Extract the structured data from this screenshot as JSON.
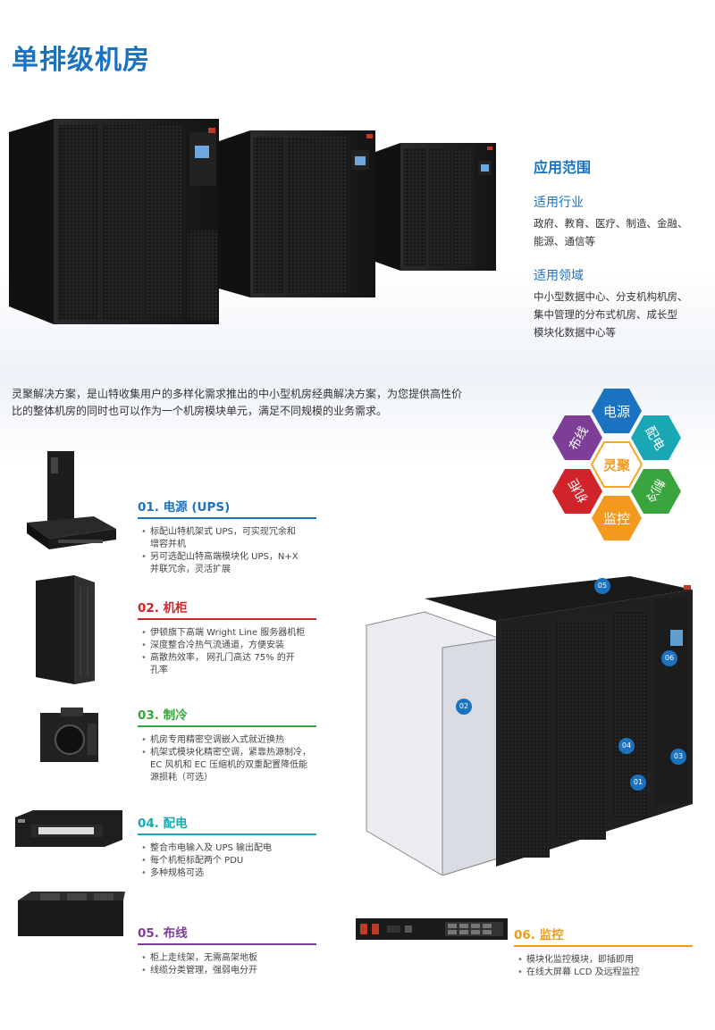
{
  "page_title": "单排级机房",
  "application": {
    "heading": "应用范围",
    "industry_label": "适用行业",
    "industry_text_1": "政府、教育、医疗、制造、金融、",
    "industry_text_2": "能源、通信等",
    "field_label": "适用领域",
    "field_text_1": "中小型数据中心、分支机构机房、",
    "field_text_2": "集中管理的分布式机房、成长型",
    "field_text_3": "模块化数据中心等"
  },
  "intro_1": "灵聚解决方案，是山特收集用户的多样化需求推出的中小型机房经典解决方案，为您提供高性价",
  "intro_2": "比的整体机房的同时也可以作为一个机房模块单元，满足不同规模的业务需求。",
  "hexagons": {
    "center": "灵聚",
    "top": "电源",
    "top_right": "配电",
    "bottom_right": "制冷",
    "bottom": "监控",
    "bottom_left": "机柜",
    "top_left": "布线"
  },
  "colors": {
    "blue": "#1b72c0",
    "red": "#d1232a",
    "green": "#3aa53e",
    "teal": "#1aa7b4",
    "purple": "#7e3e98",
    "orange": "#f39a1e",
    "orange_center": "#f5a623"
  },
  "sections": [
    {
      "title": "01. 电源 (UPS)",
      "items": [
        "标配山特机架式 UPS，可实现冗余和",
        "增容并机",
        "另可选配山特高端模块化 UPS，N+X",
        "并联冗余，灵活扩展"
      ]
    },
    {
      "title": "02. 机柜",
      "items": [
        "伊顿旗下高端 Wright Line 服务器机柜",
        "深度整合冷热气流通道，方便安装",
        "高散热效率， 网孔门高达 75% 的开",
        "孔率"
      ]
    },
    {
      "title": "03. 制冷",
      "items": [
        "机房专用精密空调嵌入式就近换热",
        "机架式模块化精密空调，紧靠热源制冷，",
        "EC 风机和 EC 压缩机的双重配置降低能",
        "源损耗（可选）"
      ]
    },
    {
      "title": "04. 配电",
      "items": [
        "整合市电输入及 UPS 输出配电",
        "每个机柜标配两个 PDU",
        "多种规格可选"
      ]
    },
    {
      "title": "05. 布线",
      "items": [
        "柜上走线架，无需高架地板",
        "线缆分类管理，强弱电分开"
      ]
    },
    {
      "title": "06. 监控",
      "items": [
        "模块化监控模块，即插即用",
        "在线大屏幕 LCD 及远程监控"
      ]
    }
  ],
  "callouts": [
    "01",
    "02",
    "03",
    "04",
    "05",
    "06"
  ]
}
